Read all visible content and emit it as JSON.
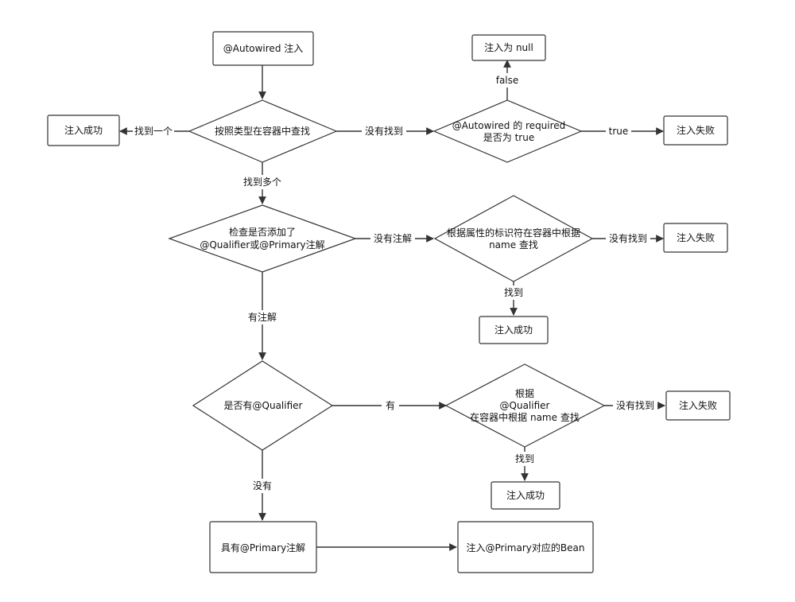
{
  "nodes": {
    "start": {
      "lines": [
        "@Autowired 注入"
      ]
    },
    "find_by_type": {
      "lines": [
        "按照类型在容器中查找"
      ]
    },
    "success_1": {
      "lines": [
        "注入成功"
      ]
    },
    "required_check": {
      "lines": [
        "@Autowired 的 required",
        "是否为 true"
      ]
    },
    "inject_null": {
      "lines": [
        "注入为 null"
      ]
    },
    "fail_1": {
      "lines": [
        "注入失败"
      ]
    },
    "check_annotation": {
      "lines": [
        "检查是否添加了",
        "@Qualifier或@Primary注解"
      ]
    },
    "find_by_name": {
      "lines": [
        "根据属性的标识符在容器中根据",
        "name 查找"
      ]
    },
    "fail_2": {
      "lines": [
        "注入失败"
      ]
    },
    "success_2": {
      "lines": [
        "注入成功"
      ]
    },
    "has_qualifier": {
      "lines": [
        "是否有@Qualifier"
      ]
    },
    "qualifier_find": {
      "lines": [
        "根据",
        "@Qualifier",
        "在容器中根据 name 查找"
      ]
    },
    "fail_3": {
      "lines": [
        "注入失败"
      ]
    },
    "success_3": {
      "lines": [
        "注入成功"
      ]
    },
    "has_primary": {
      "lines": [
        "具有@Primary注解"
      ]
    },
    "inject_primary": {
      "lines": [
        "注入@Primary对应的Bean"
      ]
    }
  },
  "edges": {
    "found_one": "找到一个",
    "not_found_1": "没有找到",
    "found_many": "找到多个",
    "false_label": "false",
    "true_label": "true",
    "no_annotation": "没有注解",
    "not_found_2": "没有找到",
    "found_2": "找到",
    "has_annotation": "有注解",
    "yes_qualifier": "有",
    "not_found_3": "没有找到",
    "found_3": "找到",
    "no_qualifier": "没有"
  }
}
